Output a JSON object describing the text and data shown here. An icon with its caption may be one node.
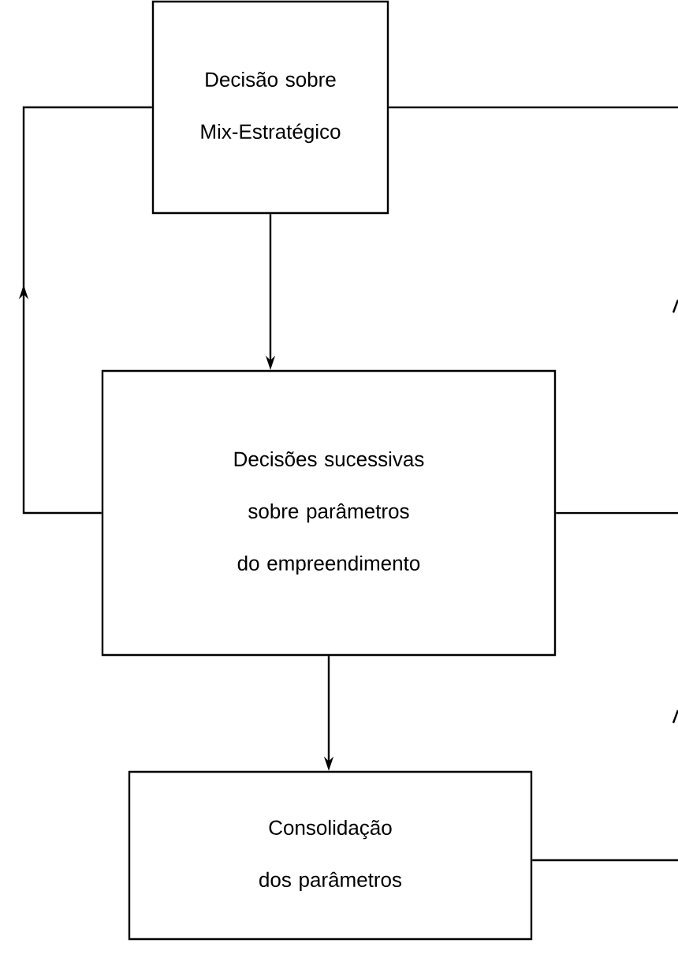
{
  "diagram": {
    "nodes": [
      {
        "text": [
          "Decisão sobre Mix-Estratégico"
        ]
      },
      {
        "text": [
          "Decisões sucessivas sobre parâmetros do empreendimento"
        ]
      },
      {
        "text": [
          "Consolidação dos parâmetros"
        ]
      }
    ],
    "edges": [
      {
        "from": 0,
        "to": 1,
        "arrow": "to"
      },
      {
        "from": 1,
        "to": 2,
        "arrow": "to"
      },
      {
        "from": 1,
        "to": 0,
        "arrow": "to"
      },
      {
        "from": 0,
        "to": null,
        "arrow": "none"
      },
      {
        "from": 1,
        "to": null,
        "arrow": "none"
      },
      {
        "from": 2,
        "to": null,
        "arrow": "none"
      }
    ]
  }
}
